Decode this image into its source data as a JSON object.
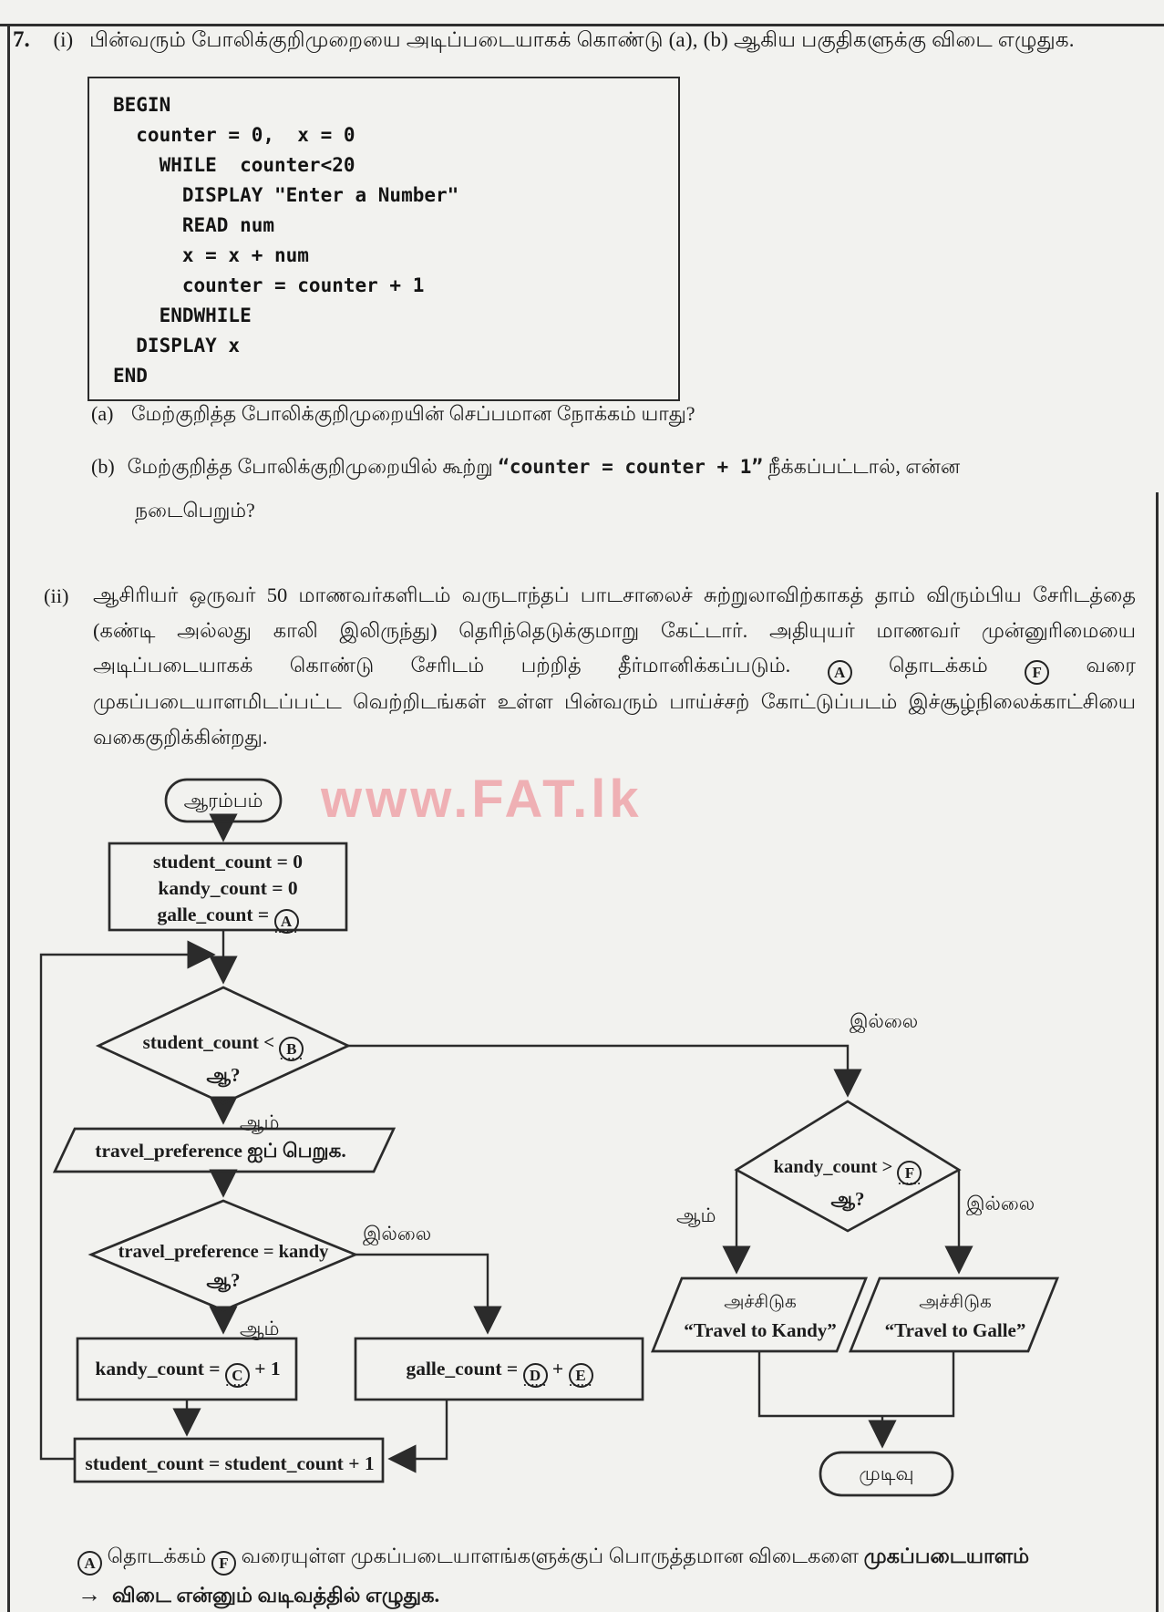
{
  "page": {
    "question_number": "7.",
    "part_i_label": "(i)",
    "part_i_text": "பின்வரும் போலிக்குறிமுறையை அடிப்படையாகக் கொண்டு (a), (b) ஆகிய பகுதிகளுக்கு விடை எழுதுக."
  },
  "pseudocode": {
    "lines": [
      "BEGIN",
      "  counter = 0,  x = 0",
      "    WHILE  counter<20",
      "      DISPLAY \"Enter a Number\"",
      "      READ num",
      "      x = x + num",
      "      counter = counter + 1",
      "    ENDWHILE",
      "  DISPLAY x",
      "END"
    ]
  },
  "questions": {
    "a_label": "(a)",
    "a_text": "மேற்குறித்த போலிக்குறிமுறையின் செப்பமான நோக்கம் யாது?",
    "b_label": "(b)",
    "b_prefix": "மேற்குறித்த போலிக்குறிமுறையில் கூற்று ",
    "b_code": "“counter = counter + 1”",
    "b_suffix": " நீக்கப்பட்டால், என்ன",
    "b_cont": "நடைபெறும்?"
  },
  "part_ii": {
    "label": "(ii)",
    "seg1": "ஆசிரியர் ஒருவர் 50 மாணவர்களிடம் வருடாந்தப் பாடசாலைச் சுற்றுலாவிற்காகத் தாம் விரும்பிய சேரிடத்தை (கண்டி அல்லது காலி இலிருந்து) தெரிந்தெடுக்குமாறு கேட்டார். அதியுயர் மாணவர் முன்னுரிமையை அடிப்படையாகக் கொண்டு சேரிடம் பற்றித் தீர்மானிக்கப்படும். ",
    "blank_a": "A",
    "seg2": " தொடக்கம் ",
    "blank_f": "F",
    "seg3": " வரை முகப்படையாளமிடப்பட்ட வெற்றிடங்கள் உள்ள பின்வரும் பாய்ச்சற் கோட்டுப்படம் இச்சூழ்நிலைக்காட்சியை வகைகுறிக்கின்றது."
  },
  "flowchart": {
    "watermark": "www.FAT.lk",
    "start_label": "ஆரம்பம்",
    "end_label": "முடிவு",
    "yes_label": "ஆம்",
    "no_label": "இல்லை",
    "q_suffix": "ஆ?",
    "dots": "......",
    "init_line1": "student_count = 0",
    "init_line2": "kandy_count = 0",
    "init_line3_prefix": "galle_count = ",
    "init_blank": "A",
    "d1_prefix": "student_count < ",
    "d1_blank": "B",
    "input1": "travel_preference ஐப் பெறுக.",
    "d2_text": "travel_preference = kandy",
    "kandy_prefix": "kandy_count = ",
    "kandy_blank": "C",
    "kandy_suffix": " + 1",
    "galle_prefix": "galle_count = ",
    "galle_blank1": "D",
    "galle_mid": " + ",
    "galle_blank2": "E",
    "student_text": "student_count = student_count + 1",
    "d3_prefix": "kandy_count > ",
    "d3_blank": "F",
    "printk_line1": "அச்சிடுக",
    "printk_line2": "“Travel to Kandy”",
    "printg_line1": "அச்சிடுக",
    "printg_line2": "“Travel to Galle”"
  },
  "footer": {
    "blank_a": "A",
    "seg1": " தொடக்கம் ",
    "blank_f": "F",
    "seg2": " வரையுள்ள முகப்படையாளங்களுக்குப் பொருத்தமான விடைகளை ",
    "bold1": "முகப்படையாளம்",
    "arrow": "→",
    "bold2": "விடை",
    "seg3": " என்னும் வடிவத்தில் எழுதுக."
  }
}
